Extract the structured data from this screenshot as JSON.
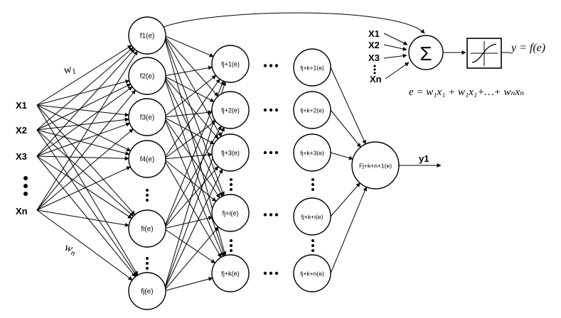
{
  "inputs": [
    "X1",
    "X2",
    "X3",
    "Xn"
  ],
  "layer1": [
    "f1(e)",
    "f2(e)",
    "f3(e)",
    "f4(e)",
    "fi(e)",
    "fj(e)"
  ],
  "layer2": [
    "fj+1(e)",
    "fj+2(e)",
    "fj+3(e)",
    "fj+i(e)",
    "fj+k(e)"
  ],
  "layer3": [
    "fj+k+1(e)",
    "fj+k+2(e)",
    "fj+k+3(e)",
    "fj+k+i(e)",
    "fj+k+n(e)"
  ],
  "output_node": "Fj+k+n+1(e)",
  "output_label": "y1",
  "weight_labels": {
    "w1": "w",
    "w1_sub": "1",
    "wn": "w",
    "wn_sub": "n"
  },
  "inset": {
    "inputs": [
      "X1",
      "X2",
      "X3",
      "Xn"
    ],
    "sum_symbol": "Σ",
    "output_eq": "y = f(e)",
    "equation": "e = w₁x₁ + w₁x₁+…+ wₙxₙ"
  }
}
